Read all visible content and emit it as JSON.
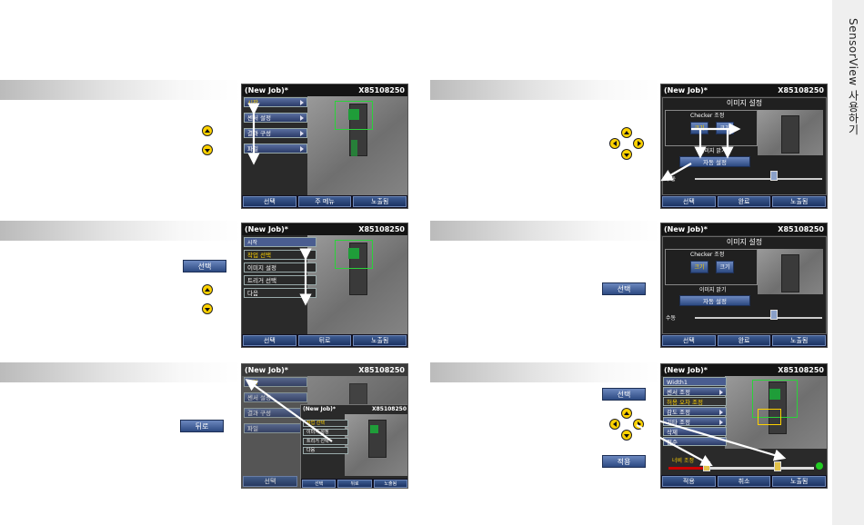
{
  "side_tab": {
    "title": "SensorView 사용하기"
  },
  "header": {
    "job": "(New Job)*",
    "id": "X85108250"
  },
  "panel1": {
    "menu": [
      "시작",
      "센서 설정",
      "결과 구성",
      "파일"
    ],
    "buttons": [
      "선택",
      "주 메뉴",
      "노출됨"
    ]
  },
  "panel2": {
    "dialog_title": "이미지 설정",
    "group1": "Checker 조정",
    "zoom_in": "크기",
    "zoom_out": "크기",
    "group2": "이미지 밝기",
    "auto_button": "자동 설정",
    "manual": "수동",
    "buttons": [
      "선택",
      "완료",
      "노출됨"
    ]
  },
  "panel3": {
    "dropdown": "시작",
    "menu": [
      "작업 선택",
      "이미지 설정",
      "트리거 선택",
      "다음"
    ],
    "buttons": [
      "선택",
      "뒤로",
      "노출됨"
    ]
  },
  "panel4": {
    "dialog_title": "이미지 설정",
    "group1": "Checker 조정",
    "zoom_in": "크기",
    "zoom_out": "크기",
    "group2": "이미지 밝기",
    "auto_button": "자동 설정",
    "manual": "수동",
    "buttons": [
      "선택",
      "완료",
      "노출됨"
    ]
  },
  "panel5": {
    "menu": [
      "시작",
      "센서 설정",
      "결과 구성",
      "파일"
    ],
    "buttons": [
      "선택"
    ],
    "inset_menu": [
      "작업 선택",
      "이미지 설정",
      "트리거 선택",
      "다음"
    ],
    "inset_buttons": [
      "선택",
      "뒤로",
      "노출됨"
    ]
  },
  "panel6": {
    "menu": [
      "Width1",
      "센서 조정",
      "허용 오차 조정",
      "감도 조정",
      "기타 조정",
      "삭제",
      "접수"
    ],
    "tolerance_label": "너비 조정",
    "buttons": [
      "적용",
      "취소",
      "노출됨"
    ]
  },
  "keys": {
    "select": "선택",
    "back": "뒤로",
    "apply": "적용"
  },
  "colors": {
    "highlight": "#ffd200",
    "button": "#3e5d93",
    "frame": "#2bd23a"
  }
}
